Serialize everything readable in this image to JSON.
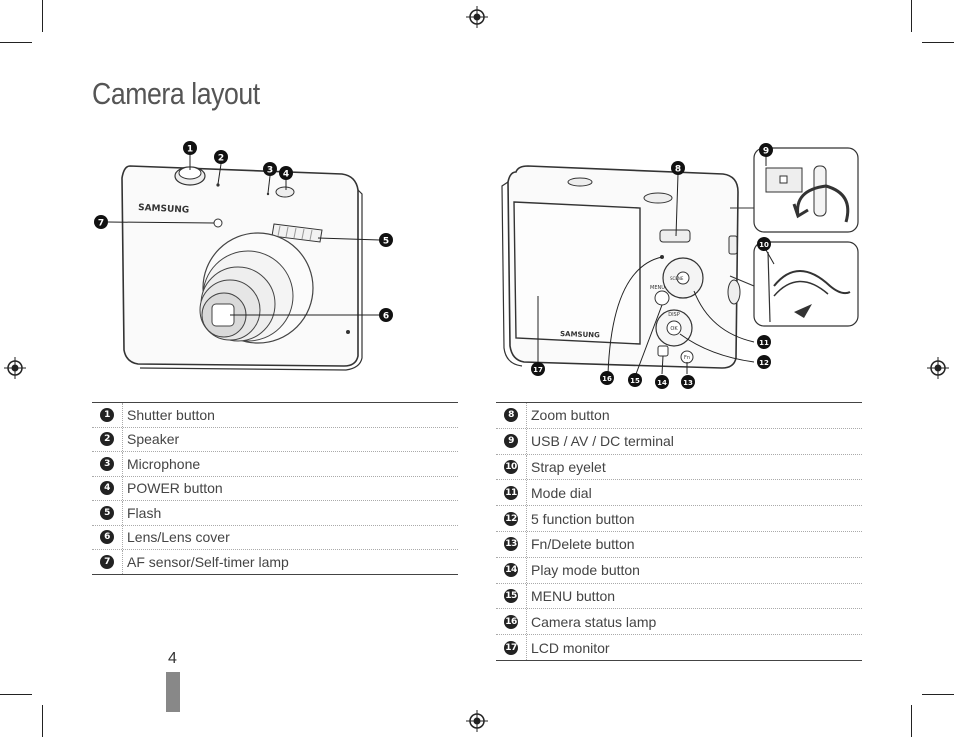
{
  "title": "Camera layout",
  "page_number": "4",
  "front_callouts": [
    "1",
    "2",
    "3",
    "4",
    "5",
    "6",
    "7"
  ],
  "back_callouts": [
    "8",
    "9",
    "10",
    "11",
    "12",
    "13",
    "14",
    "15",
    "16",
    "17"
  ],
  "camera_brand": "SAMSUNG",
  "legend_left": [
    {
      "num": "1",
      "label": "Shutter button"
    },
    {
      "num": "2",
      "label": "Speaker"
    },
    {
      "num": "3",
      "label": "Microphone"
    },
    {
      "num": "4",
      "label": "POWER button"
    },
    {
      "num": "5",
      "label": "Flash"
    },
    {
      "num": "6",
      "label": "Lens/Lens cover"
    },
    {
      "num": "7",
      "label": "AF sensor/Self-timer lamp"
    }
  ],
  "legend_right": [
    {
      "num": "8",
      "label": "Zoom button"
    },
    {
      "num": "9",
      "label": "USB / AV / DC terminal"
    },
    {
      "num": "10",
      "label": "Strap eyelet"
    },
    {
      "num": "11",
      "label": "Mode dial"
    },
    {
      "num": "12",
      "label": "5 function button"
    },
    {
      "num": "13",
      "label": "Fn/Delete button"
    },
    {
      "num": "14",
      "label": "Play mode button"
    },
    {
      "num": "15",
      "label": "MENU button"
    },
    {
      "num": "16",
      "label": "Camera status lamp"
    },
    {
      "num": "17",
      "label": "LCD monitor"
    }
  ],
  "back_labels": {
    "menu": "MENU",
    "disp": "DISP",
    "ok": "OK",
    "fn": "Fn",
    "scene": "SCENE"
  }
}
